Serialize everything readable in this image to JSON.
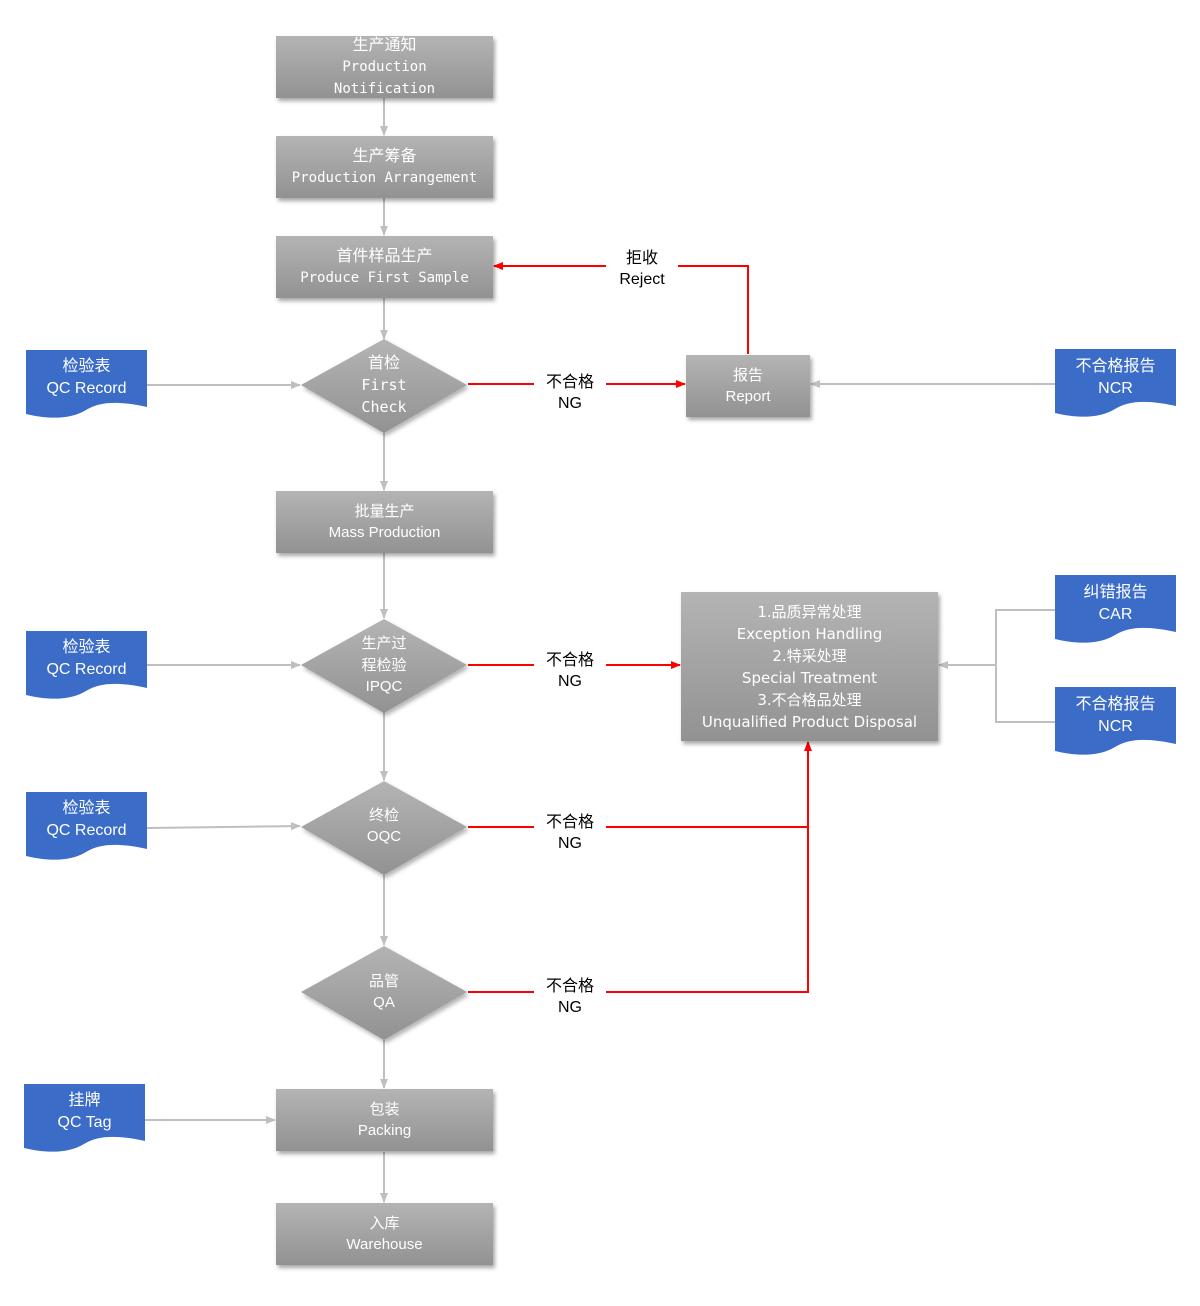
{
  "colors": {
    "process_box": "#a3a3a3",
    "document": "#3b6cc8",
    "ng_arrow": "#ff0000",
    "flow_arrow": "#bfbfbf"
  },
  "steps": {
    "notification": {
      "zh": "生产通知",
      "en1": "Production",
      "en2": "Notification"
    },
    "arrangement": {
      "zh": "生产筹备",
      "en": "Production Arrangement"
    },
    "first_sample": {
      "zh": "首件样品生产",
      "en": "Produce First Sample"
    },
    "first_check": {
      "zh": "首检",
      "en1": "First",
      "en2": "Check"
    },
    "mass_production": {
      "zh": "批量生产",
      "en": "Mass Production"
    },
    "ipqc": {
      "zh1": "生产过",
      "zh2": "程检验",
      "en": "IPQC"
    },
    "oqc": {
      "zh": "终检",
      "en": "OQC"
    },
    "qa": {
      "zh": "品管",
      "en": "QA"
    },
    "packing": {
      "zh": "包装",
      "en": "Packing"
    },
    "warehouse": {
      "zh": "入库",
      "en": "Warehouse"
    }
  },
  "report": {
    "zh": "报告",
    "en": "Report"
  },
  "handling": {
    "line1": "1.品质异常处理",
    "line2": "Exception Handling",
    "line3": "2.特采处理",
    "line4": "Special Treatment",
    "line5": "3.不合格品处理",
    "line6": "Unqualified Product Disposal"
  },
  "documents": {
    "qc_record_1": {
      "zh": "检验表",
      "en": "QC Record"
    },
    "qc_record_2": {
      "zh": "检验表",
      "en": "QC Record"
    },
    "qc_record_3": {
      "zh": "检验表",
      "en": "QC Record"
    },
    "qc_tag": {
      "zh": "挂牌",
      "en": "QC Tag"
    },
    "ncr_1": {
      "zh": "不合格报告",
      "en": "NCR"
    },
    "car": {
      "zh": "纠错报告",
      "en": "CAR"
    },
    "ncr_2": {
      "zh": "不合格报告",
      "en": "NCR"
    }
  },
  "labels": {
    "reject": {
      "zh": "拒收",
      "en": "Reject"
    },
    "ng_first": {
      "zh": "不合格",
      "en": "NG"
    },
    "ng_ipqc": {
      "zh": "不合格",
      "en": "NG"
    },
    "ng_oqc": {
      "zh": "不合格",
      "en": "NG"
    },
    "ng_qa": {
      "zh": "不合格",
      "en": "NG"
    }
  }
}
